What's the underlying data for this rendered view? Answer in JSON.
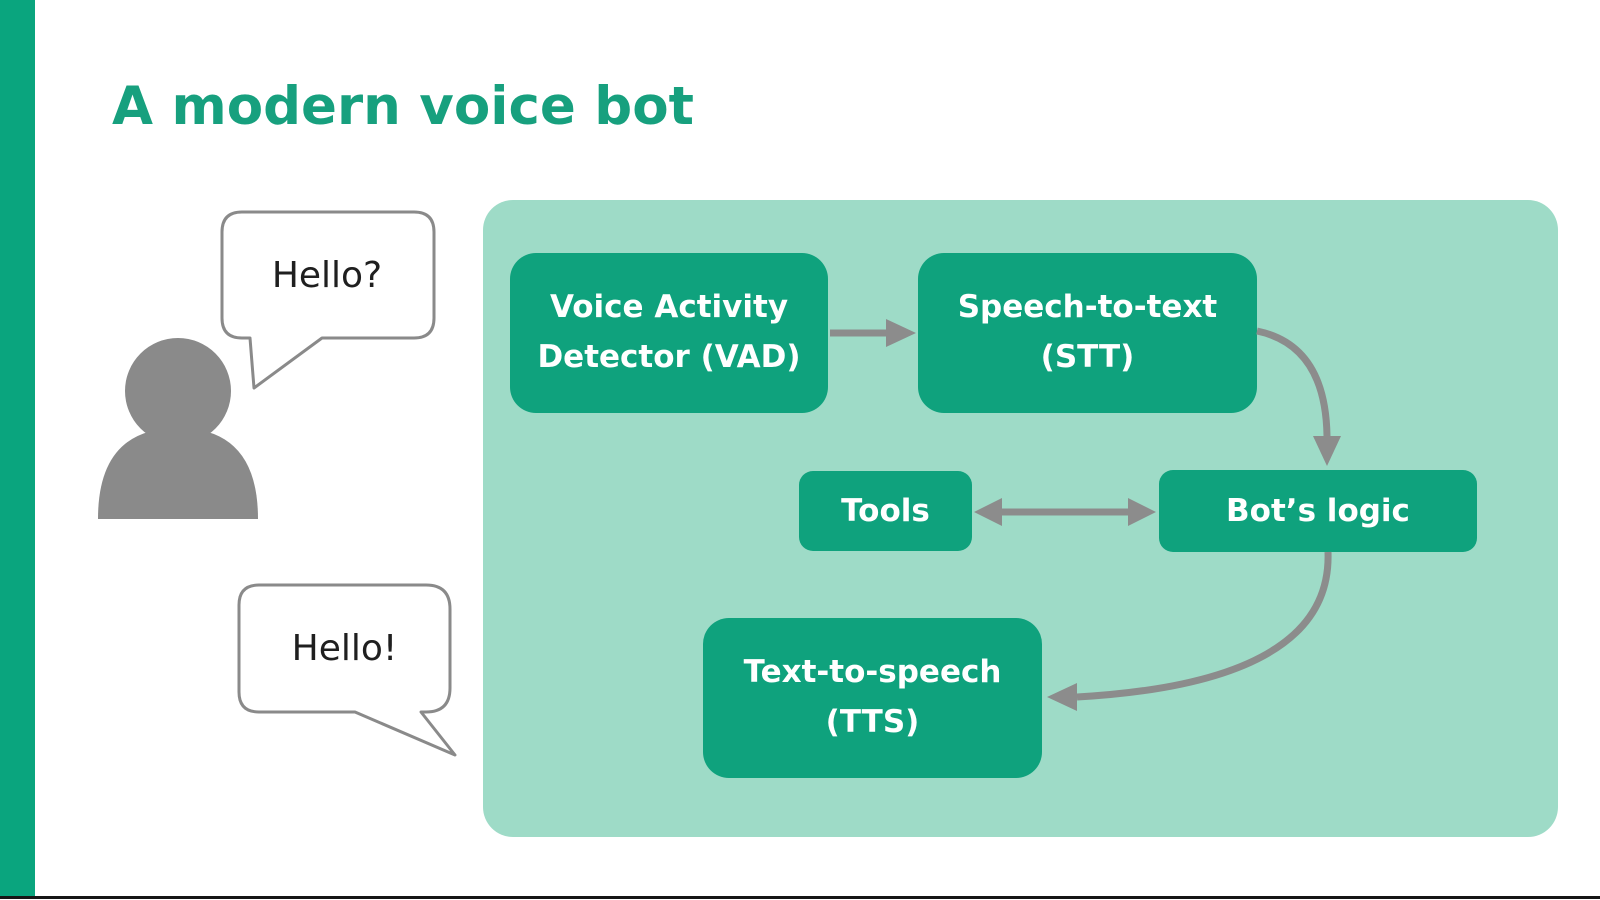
{
  "slide": {
    "title": "A modern voice bot"
  },
  "speech": {
    "incoming": "Hello?",
    "outgoing": "Hello!"
  },
  "diagram": {
    "vad": {
      "line1": "Voice Activity",
      "line2": "Detector (VAD)"
    },
    "stt": {
      "line1": "Speech-to-text",
      "line2": "(STT)"
    },
    "tools": {
      "label": "Tools"
    },
    "logic": {
      "label": "Bot’s logic"
    },
    "tts": {
      "line1": "Text-to-speech",
      "line2": "(TTS)"
    },
    "edges": [
      {
        "from": "vad",
        "to": "stt",
        "type": "arrow"
      },
      {
        "from": "stt",
        "to": "logic",
        "type": "arrow"
      },
      {
        "from": "tools",
        "to": "logic",
        "type": "double-arrow"
      },
      {
        "from": "logic",
        "to": "tts",
        "type": "arrow"
      }
    ]
  },
  "colors": {
    "accent_green": "#0AA57E",
    "box_green": "#0FA27D",
    "panel_mint": "#9EDBC7",
    "title_green": "#17A07E",
    "arrow_gray": "#8C8C8C",
    "person_gray": "#8A8A8A",
    "bubble_border_gray": "#8A8A8A",
    "footer_line": "#161616"
  }
}
